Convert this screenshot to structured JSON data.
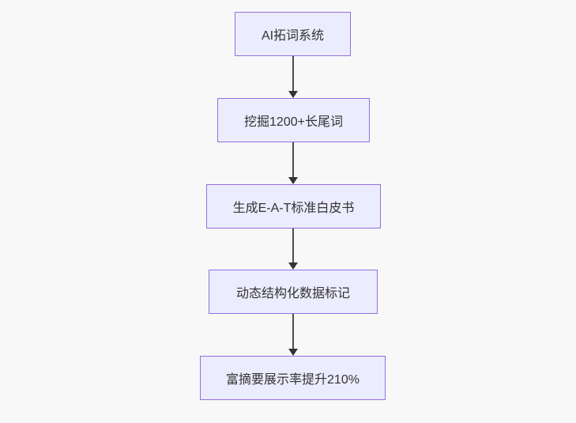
{
  "diagram": {
    "type": "flowchart",
    "direction": "top-down",
    "nodes": [
      {
        "id": "node-1",
        "label": "AI拓词系统"
      },
      {
        "id": "node-2",
        "label": "挖掘1200+长尾词"
      },
      {
        "id": "node-3",
        "label": "生成E-A-T标准白皮书"
      },
      {
        "id": "node-4",
        "label": "动态结构化数据标记"
      },
      {
        "id": "node-5",
        "label": "富摘要展示率提升210%"
      }
    ],
    "edges": [
      {
        "from": "node-1",
        "to": "node-2"
      },
      {
        "from": "node-2",
        "to": "node-3"
      },
      {
        "from": "node-3",
        "to": "node-4"
      },
      {
        "from": "node-4",
        "to": "node-5"
      }
    ],
    "colors": {
      "background": "#f8f8f8",
      "node_fill": "#ececff",
      "node_border": "#9370db",
      "text": "#333333",
      "arrow": "#333333"
    }
  }
}
